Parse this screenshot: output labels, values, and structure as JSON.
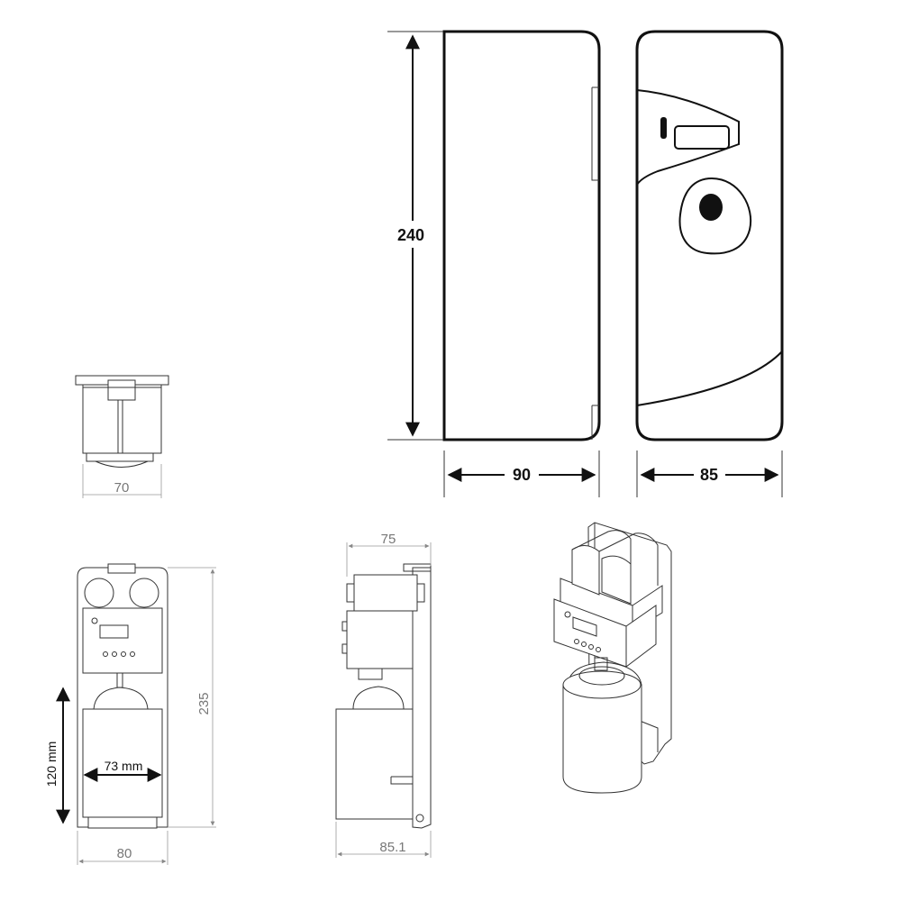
{
  "front_view": {
    "height_label": "240",
    "width_label": "90"
  },
  "side_view": {
    "depth_label": "85"
  },
  "top_view": {
    "width_label": "70"
  },
  "inner_front": {
    "width_label": "80",
    "height_label": "235",
    "can_height_label": "120  mm",
    "can_width_label": "73 mm"
  },
  "inner_side": {
    "top_label": "75",
    "bottom_label": "85.1"
  },
  "colors": {
    "line": "#111111",
    "dim_light": "#777777"
  }
}
